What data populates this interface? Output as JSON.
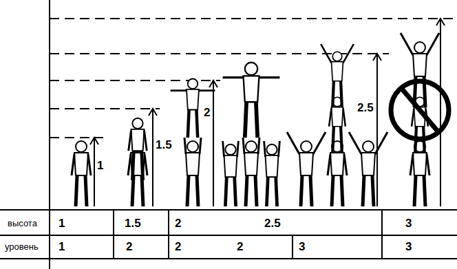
{
  "diagram": {
    "labels": [
      "1",
      "1.5",
      "2",
      "2.5",
      "высота",
      "1",
      "1.5",
      "2",
      "2.5",
      "3",
      "уровень",
      "1",
      "2",
      "2",
      "2",
      "3",
      "3"
    ]
  }
}
